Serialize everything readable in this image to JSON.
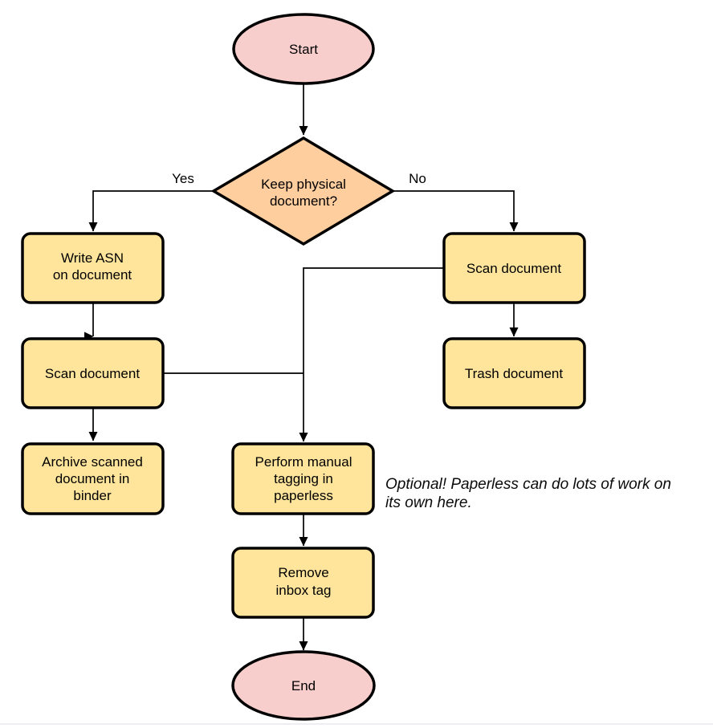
{
  "colors": {
    "terminal_fill": "#F8CECC",
    "decision_fill": "#FFCE9F",
    "process_fill": "#FFE59C",
    "stroke": "#000000"
  },
  "nodes": {
    "start": {
      "label": "Start"
    },
    "decision": {
      "line1": "Keep physical",
      "line2": "document?"
    },
    "write_asn": {
      "line1": "Write ASN",
      "line2": "on document"
    },
    "scan_left": {
      "label": "Scan document"
    },
    "archive": {
      "line1": "Archive scanned",
      "line2": "document in",
      "line3": "binder"
    },
    "scan_right": {
      "label": "Scan document"
    },
    "trash": {
      "label": "Trash document"
    },
    "tagging": {
      "line1": "Perform manual",
      "line2": "tagging in",
      "line3": "paperless"
    },
    "remove_inbox": {
      "line1": "Remove",
      "line2": "inbox tag"
    },
    "end": {
      "label": "End"
    }
  },
  "edges": {
    "yes_label": "Yes",
    "no_label": "No"
  },
  "annotation": {
    "line1": "Optional! Paperless can do lots of work on",
    "line2": "its own here."
  }
}
